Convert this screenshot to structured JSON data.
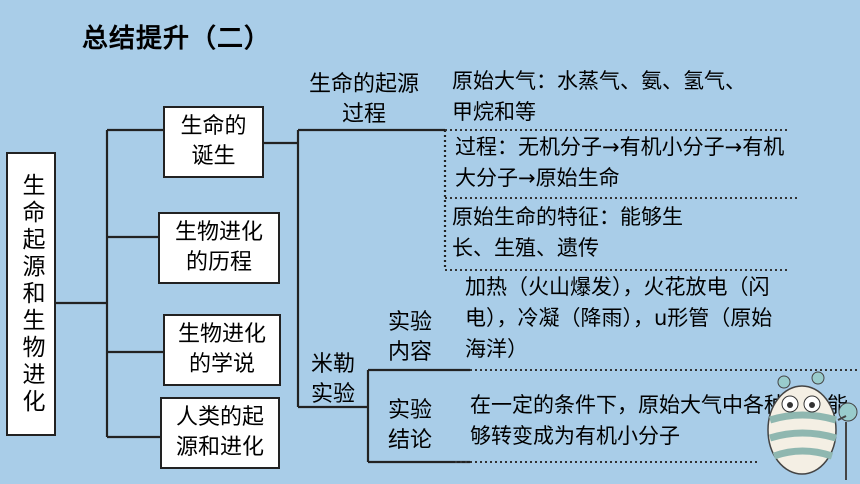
{
  "title": "总结提升（二）",
  "root": "生命起源和生物进化",
  "branches": [
    "生命的诞生",
    "生物进化的历程",
    "生物进化的学说",
    "人类的起源和进化"
  ],
  "sub": {
    "origin_process": "生命的起源过程",
    "miller": "米勒实验"
  },
  "origin_details": [
    "原始大气：水蒸气、氨、氢气、甲烷和等",
    "过程：无机分子→有机小分子→有机大分子→原始生命",
    "原始生命的特征：能够生长、生殖、遗传"
  ],
  "miller_labels": {
    "content": "实验内容",
    "conclusion": "实验结论"
  },
  "miller_details": {
    "content": "加热（火山爆发），火花放电（闪电），冷凝（降雨），u形管（原始海洋）",
    "conclusion": "在一定的条件下，原始大气中各种成分能够转变成为有机小分子"
  },
  "colors": {
    "background": "#a9cde8",
    "box": "#ffffff",
    "line": "#222222"
  },
  "decoration": "striped-monster-mascot"
}
